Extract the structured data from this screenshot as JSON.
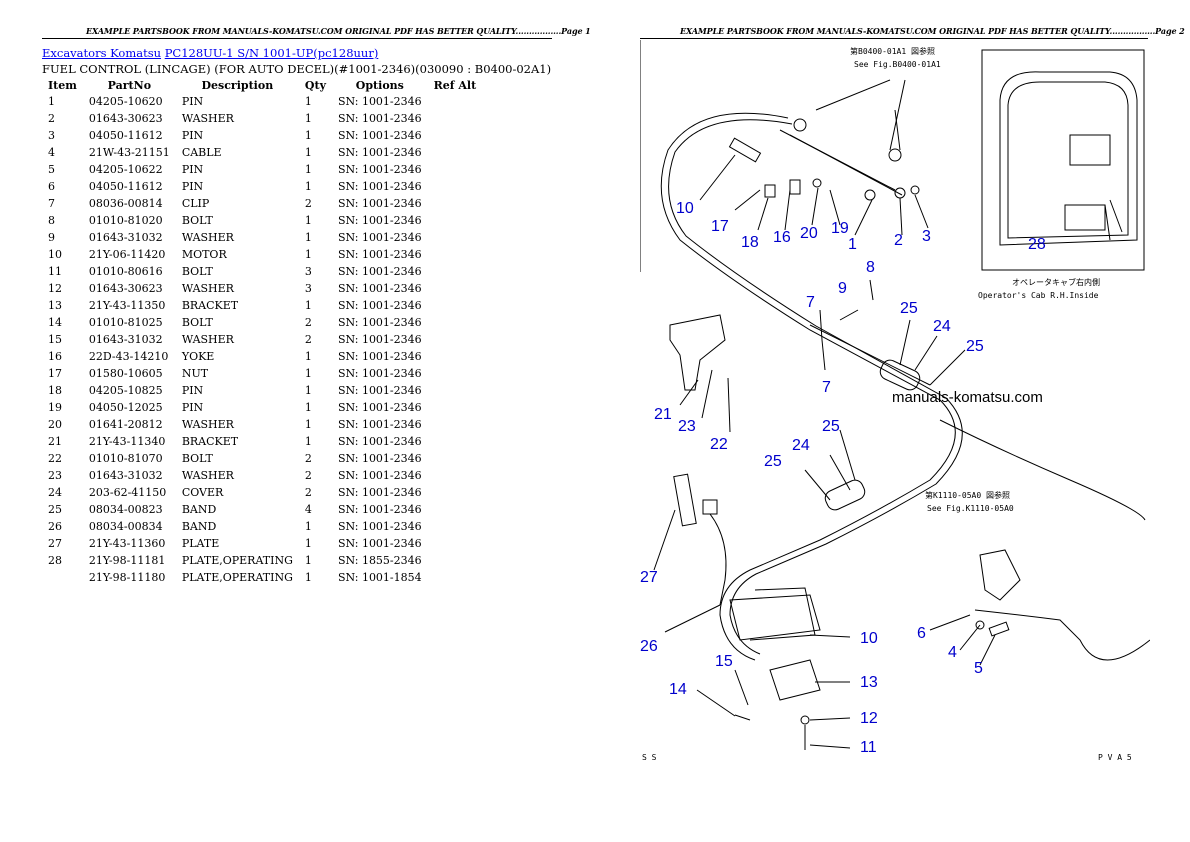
{
  "header": {
    "left": "EXAMPLE PARTSBOOK FROM MANUALS-KOMATSU.COM ORIGINAL PDF HAS BETTER QUALITY.................Page 1",
    "right": "EXAMPLE PARTSBOOK FROM MANUALS-KOMATSU.COM ORIGINAL PDF HAS BETTER QUALITY.................Page 2"
  },
  "breadcrumb": {
    "link1": "Excavators Komatsu",
    "link2": "PC128UU-1 S/N 1001-UP(pc128uur)"
  },
  "subtitle": "FUEL CONTROL (LINCAGE) (FOR AUTO DECEL)(#1001-2346)(030090 : B0400-02A1)",
  "table": {
    "headers": {
      "item": "Item",
      "partno": "PartNo",
      "description": "Description",
      "qty": "Qty",
      "options": "Options",
      "refalt": "Ref Alt"
    },
    "rows": [
      {
        "item": "1",
        "partno": "04205-10620",
        "description": "PIN",
        "qty": "1",
        "options": "SN: 1001-2346"
      },
      {
        "item": "2",
        "partno": "01643-30623",
        "description": "WASHER",
        "qty": "1",
        "options": "SN: 1001-2346"
      },
      {
        "item": "3",
        "partno": "04050-11612",
        "description": "PIN",
        "qty": "1",
        "options": "SN: 1001-2346"
      },
      {
        "item": "4",
        "partno": "21W-43-21151",
        "description": "CABLE",
        "qty": "1",
        "options": "SN: 1001-2346"
      },
      {
        "item": "5",
        "partno": "04205-10622",
        "description": "PIN",
        "qty": "1",
        "options": "SN: 1001-2346"
      },
      {
        "item": "6",
        "partno": "04050-11612",
        "description": "PIN",
        "qty": "1",
        "options": "SN: 1001-2346"
      },
      {
        "item": "7",
        "partno": "08036-00814",
        "description": "CLIP",
        "qty": "2",
        "options": "SN: 1001-2346"
      },
      {
        "item": "8",
        "partno": "01010-81020",
        "description": "BOLT",
        "qty": "1",
        "options": "SN: 1001-2346"
      },
      {
        "item": "9",
        "partno": "01643-31032",
        "description": "WASHER",
        "qty": "1",
        "options": "SN: 1001-2346"
      },
      {
        "item": "10",
        "partno": "21Y-06-11420",
        "description": "MOTOR",
        "qty": "1",
        "options": "SN: 1001-2346"
      },
      {
        "item": "11",
        "partno": "01010-80616",
        "description": "BOLT",
        "qty": "3",
        "options": "SN: 1001-2346"
      },
      {
        "item": "12",
        "partno": "01643-30623",
        "description": "WASHER",
        "qty": "3",
        "options": "SN: 1001-2346"
      },
      {
        "item": "13",
        "partno": "21Y-43-11350",
        "description": "BRACKET",
        "qty": "1",
        "options": "SN: 1001-2346"
      },
      {
        "item": "14",
        "partno": "01010-81025",
        "description": "BOLT",
        "qty": "2",
        "options": "SN: 1001-2346"
      },
      {
        "item": "15",
        "partno": "01643-31032",
        "description": "WASHER",
        "qty": "2",
        "options": "SN: 1001-2346"
      },
      {
        "item": "16",
        "partno": "22D-43-14210",
        "description": "YOKE",
        "qty": "1",
        "options": "SN: 1001-2346"
      },
      {
        "item": "17",
        "partno": "01580-10605",
        "description": "NUT",
        "qty": "1",
        "options": "SN: 1001-2346"
      },
      {
        "item": "18",
        "partno": "04205-10825",
        "description": "PIN",
        "qty": "1",
        "options": "SN: 1001-2346"
      },
      {
        "item": "19",
        "partno": "04050-12025",
        "description": "PIN",
        "qty": "1",
        "options": "SN: 1001-2346"
      },
      {
        "item": "20",
        "partno": "01641-20812",
        "description": "WASHER",
        "qty": "1",
        "options": "SN: 1001-2346"
      },
      {
        "item": "21",
        "partno": "21Y-43-11340",
        "description": "BRACKET",
        "qty": "1",
        "options": "SN: 1001-2346"
      },
      {
        "item": "22",
        "partno": "01010-81070",
        "description": "BOLT",
        "qty": "2",
        "options": "SN: 1001-2346"
      },
      {
        "item": "23",
        "partno": "01643-31032",
        "description": "WASHER",
        "qty": "2",
        "options": "SN: 1001-2346"
      },
      {
        "item": "24",
        "partno": "203-62-41150",
        "description": "COVER",
        "qty": "2",
        "options": "SN: 1001-2346"
      },
      {
        "item": "25",
        "partno": "08034-00823",
        "description": "BAND",
        "qty": "4",
        "options": "SN: 1001-2346"
      },
      {
        "item": "26",
        "partno": "08034-00834",
        "description": "BAND",
        "qty": "1",
        "options": "SN: 1001-2346"
      },
      {
        "item": "27",
        "partno": "21Y-43-11360",
        "description": "PLATE",
        "qty": "1",
        "options": "SN: 1001-2346"
      },
      {
        "item": "28",
        "partno": "21Y-98-11181",
        "description": "PLATE,OPERATING",
        "qty": "1",
        "options": "SN: 1855-2346"
      },
      {
        "item": "",
        "partno": "21Y-98-11180",
        "description": "PLATE,OPERATING",
        "qty": "1",
        "options": "SN: 1001-1854"
      }
    ]
  },
  "diagram": {
    "ref_top_jp": "第B0400-01A1 図参照",
    "ref_top_en": "See Fig.B0400-01A1",
    "ref_mid_jp": "第K1110-05A0 図参照",
    "ref_mid_en": "See Fig.K1110-05A0",
    "cab_caption_jp": "オペレータキャブ右内側",
    "cab_caption_en": "Operator's Cab R.H.Inside",
    "watermark": "manuals-komatsu.com",
    "footer_left": "S S",
    "footer_right": "P V A 5",
    "callouts": [
      {
        "text": "10"
      },
      {
        "text": "17"
      },
      {
        "text": "18"
      },
      {
        "text": "16"
      },
      {
        "text": "20"
      },
      {
        "text": "19"
      },
      {
        "text": "1"
      },
      {
        "text": "2"
      },
      {
        "text": "3"
      },
      {
        "text": "28"
      },
      {
        "text": "8"
      },
      {
        "text": "9"
      },
      {
        "text": "7"
      },
      {
        "text": "25"
      },
      {
        "text": "24"
      },
      {
        "text": "25"
      },
      {
        "text": "7"
      },
      {
        "text": "21"
      },
      {
        "text": "23"
      },
      {
        "text": "22"
      },
      {
        "text": "25"
      },
      {
        "text": "24"
      },
      {
        "text": "25"
      },
      {
        "text": "27"
      },
      {
        "text": "26"
      },
      {
        "text": "10"
      },
      {
        "text": "6"
      },
      {
        "text": "4"
      },
      {
        "text": "5"
      },
      {
        "text": "15"
      },
      {
        "text": "14"
      },
      {
        "text": "13"
      },
      {
        "text": "12"
      },
      {
        "text": "11"
      }
    ]
  }
}
